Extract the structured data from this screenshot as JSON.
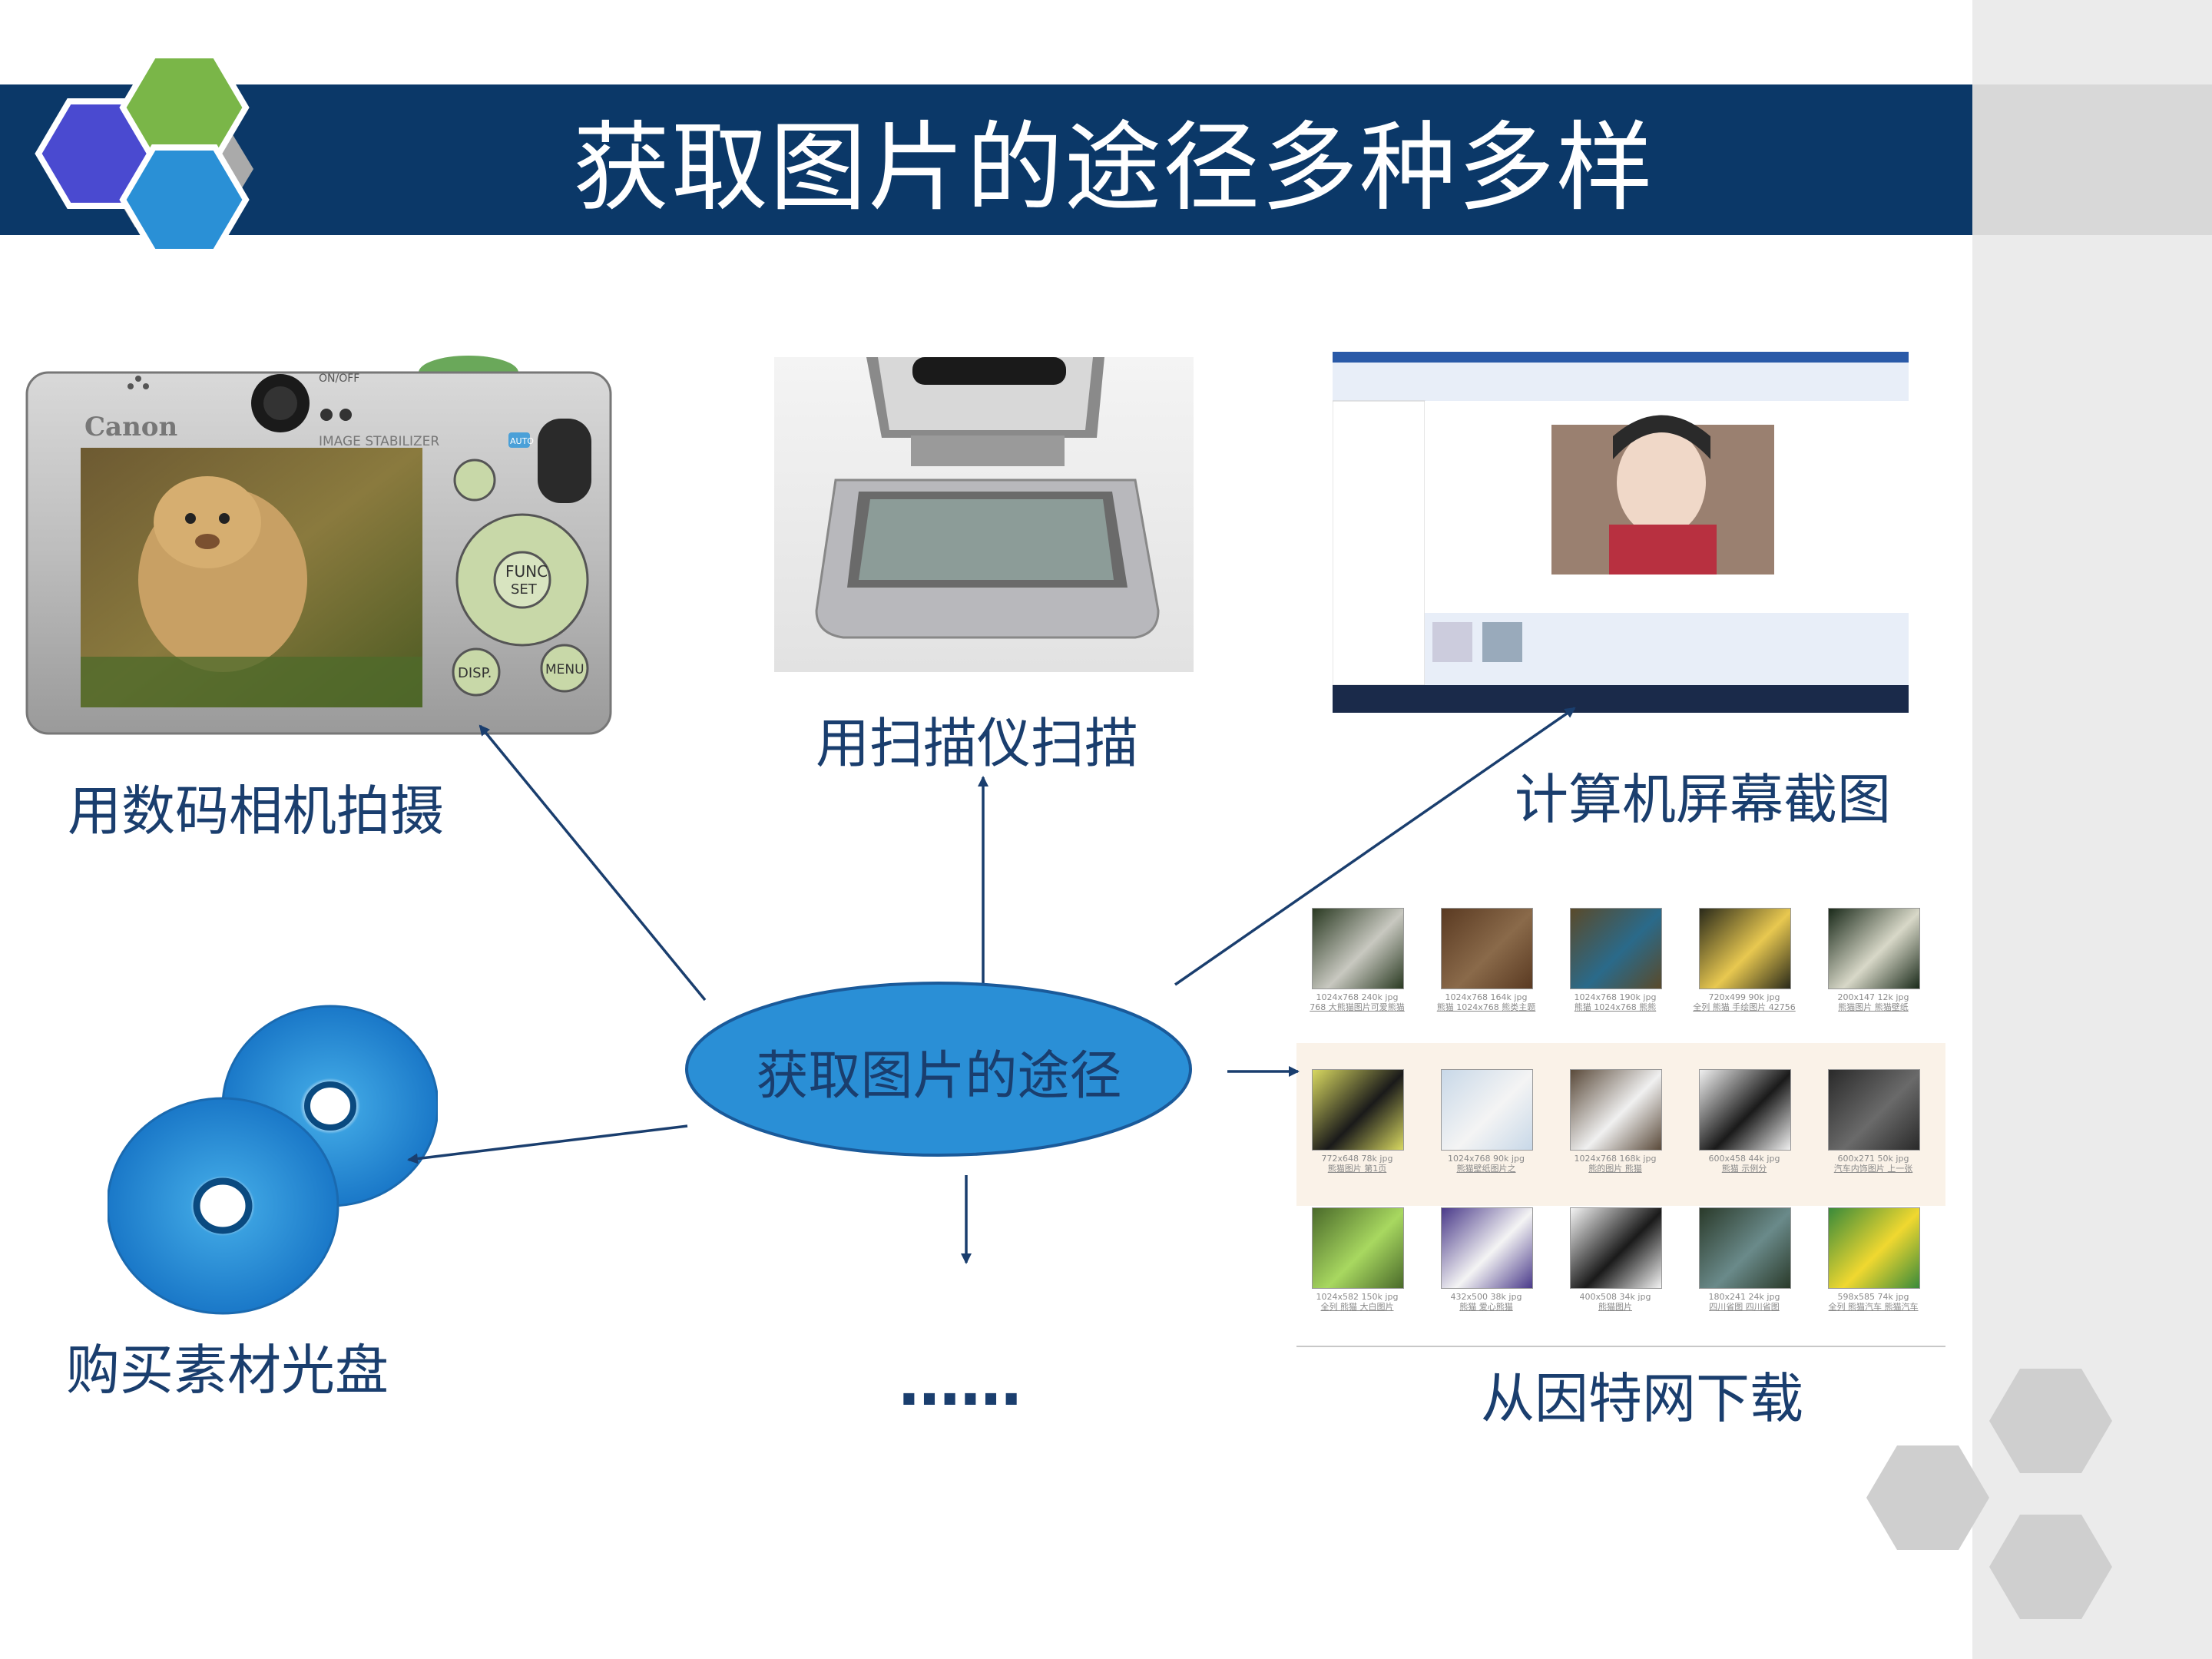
{
  "slide": {
    "title": "获取图片的途径多种多样",
    "center": "获取图片的途径",
    "labels": {
      "camera": "用数码相机拍摄",
      "scanner": "用扫描仪扫描",
      "screenshot": "计算机屏幕截图",
      "disc": "购买素材光盘",
      "internet": "从因特网下载",
      "more": "……"
    }
  },
  "camera": {
    "brand": "Canon",
    "stabilizer": "IMAGE STABILIZER",
    "onoff": "ON/OFF",
    "auto": "AUTO",
    "func": "FUNC",
    "set": "SET",
    "disp": "DISP.",
    "menu": "MENU"
  },
  "internet_thumbnails": [
    {
      "cap1": "1024x768 240k jpg",
      "cap2": "768  大熊猫图片可爱熊猫"
    },
    {
      "cap1": "1024x768 164k jpg",
      "cap2": "熊猫 1024x768 熊类主题"
    },
    {
      "cap1": "1024x768 190k jpg",
      "cap2": "熊猫 1024x768 熊熊"
    },
    {
      "cap1": "720x499 90k jpg",
      "cap2": "全列 熊猫 手绘图片 42756"
    },
    {
      "cap1": "200x147 12k jpg",
      "cap2": "熊猫图片 熊猫壁纸"
    },
    {
      "cap1": "772x648 78k jpg",
      "cap2": "熊猫图片 第1页"
    },
    {
      "cap1": "1024x768 90k jpg",
      "cap2": "熊猫壁纸图片之"
    },
    {
      "cap1": "1024x768 168k jpg",
      "cap2": "熊的图片 熊猫"
    },
    {
      "cap1": "600x458 44k jpg",
      "cap2": "熊猫 示例分"
    },
    {
      "cap1": "600x271 50k jpg",
      "cap2": "汽车内饰图片 上一张"
    },
    {
      "cap1": "1024x582 150k jpg",
      "cap2": "全列 熊猫 大白图片"
    },
    {
      "cap1": "432x500 38k jpg",
      "cap2": "熊猫 爱心熊猫"
    },
    {
      "cap1": "400x508 34k jpg",
      "cap2": "熊猫图片"
    },
    {
      "cap1": "180x241 24k jpg",
      "cap2": "四川省图 四川省图"
    },
    {
      "cap1": "598x585 74k jpg",
      "cap2": "全列 熊猫汽车 熊猫汽车"
    }
  ],
  "colors": {
    "title_bar": "#0b3868",
    "center_ellipse": "#2a8fd6",
    "arrows": "#1a3e6e",
    "hex_purple": "#4a4ad0",
    "hex_green": "#7ab648",
    "hex_blue": "#2a90d6"
  }
}
